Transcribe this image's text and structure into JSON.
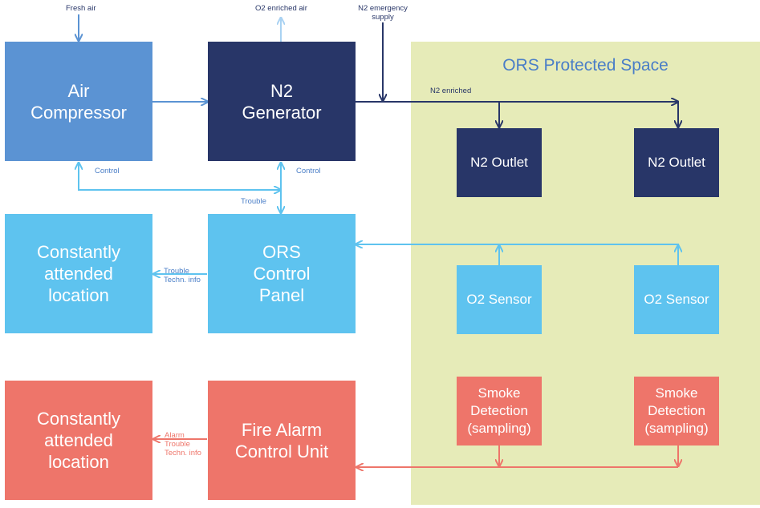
{
  "zone": {
    "title": "ORS Protected Space"
  },
  "boxes": {
    "air_compressor": "Air\nCompressor",
    "n2_generator": "N2\nGenerator",
    "n2_outlet_1": "N2 Outlet",
    "n2_outlet_2": "N2 Outlet",
    "ors_location": "Constantly\nattended\nlocation",
    "ors_control_panel": "ORS\nControl\nPanel",
    "o2_sensor_1": "O2 Sensor",
    "o2_sensor_2": "O2 Sensor",
    "fire_location": "Constantly\nattended\nlocation",
    "fire_alarm_cu": "Fire Alarm\nControl Unit",
    "smoke_1": "Smoke\nDetection\n(sampling)",
    "smoke_2": "Smoke\nDetection\n(sampling)"
  },
  "labels": {
    "fresh_air": "Fresh air",
    "o2_enriched_air": "O2 enriched air",
    "n2_emergency_supply": "N2 emergency\nsupply",
    "n2_enriched": "N2 enriched",
    "control_left": "Control",
    "control_right": "Control",
    "trouble": "Trouble",
    "ors_trouble_info": "Trouble\nTechn. info",
    "fire_alarm_info": "Alarm\nTrouble\nTechn. info"
  },
  "colors": {
    "zone_bg": "#e6ebb8",
    "zone_title": "#4a7ec7",
    "medium_blue": "#5b93d3",
    "navy": "#283668",
    "light_blue": "#5ec3ef",
    "salmon": "#ee756a",
    "arrow_light": "#a9d2f2",
    "arrow_blue": "#5b93d3",
    "arrow_navy": "#283668",
    "arrow_sky": "#5ec3ef",
    "arrow_salmon": "#ee756a"
  }
}
